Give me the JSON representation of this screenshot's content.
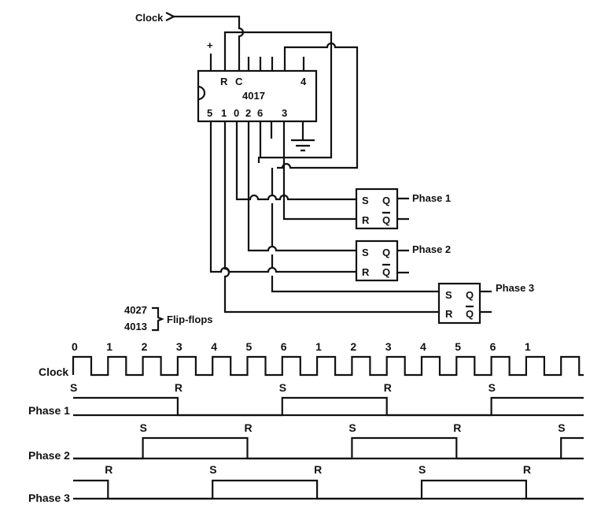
{
  "circuit": {
    "clock_input_label": "Clock",
    "supply_label": "+",
    "counter": {
      "part_number": "4017",
      "top_pins": [
        "R",
        "C",
        "4"
      ],
      "bottom_pins": [
        "5",
        "1",
        "0",
        "2",
        "6",
        "3"
      ]
    },
    "flip_flops": [
      {
        "set": "S",
        "reset": "R",
        "q": "Q",
        "qbar": "Q",
        "output_label": "Phase 1"
      },
      {
        "set": "S",
        "reset": "R",
        "q": "Q",
        "qbar": "Q",
        "output_label": "Phase 2"
      },
      {
        "set": "S",
        "reset": "R",
        "q": "Q",
        "qbar": "Q",
        "output_label": "Phase 3"
      }
    ],
    "flip_flop_note": {
      "parts": [
        "4027",
        "4013"
      ],
      "label": "Flip-flops"
    }
  },
  "timing": {
    "clock": {
      "label": "Clock",
      "count_labels": [
        "0",
        "1",
        "2",
        "3",
        "4",
        "5",
        "6",
        "1",
        "2",
        "3",
        "4",
        "5",
        "6",
        "1",
        ""
      ],
      "pulses": 15
    },
    "phases": [
      {
        "label": "Phase 1",
        "initial": 1,
        "events": [
          {
            "pulse": 0,
            "mark": "S",
            "level": 1
          },
          {
            "pulse": 3,
            "mark": "R",
            "level": 0
          },
          {
            "pulse": 6,
            "mark": "S",
            "level": 1
          },
          {
            "pulse": 9,
            "mark": "R",
            "level": 0
          },
          {
            "pulse": 12,
            "mark": "S",
            "level": 1
          }
        ]
      },
      {
        "label": "Phase 2",
        "initial": 0,
        "events": [
          {
            "pulse": 2,
            "mark": "S",
            "level": 1
          },
          {
            "pulse": 5,
            "mark": "R",
            "level": 0
          },
          {
            "pulse": 8,
            "mark": "S",
            "level": 1
          },
          {
            "pulse": 11,
            "mark": "R",
            "level": 0
          },
          {
            "pulse": 14,
            "mark": "S",
            "level": 1
          }
        ]
      },
      {
        "label": "Phase 3",
        "initial": 1,
        "events": [
          {
            "pulse": 1,
            "mark": "R",
            "level": 0
          },
          {
            "pulse": 4,
            "mark": "S",
            "level": 1
          },
          {
            "pulse": 7,
            "mark": "R",
            "level": 0
          },
          {
            "pulse": 10,
            "mark": "S",
            "level": 1
          },
          {
            "pulse": 13,
            "mark": "R",
            "level": 0
          }
        ]
      }
    ]
  }
}
